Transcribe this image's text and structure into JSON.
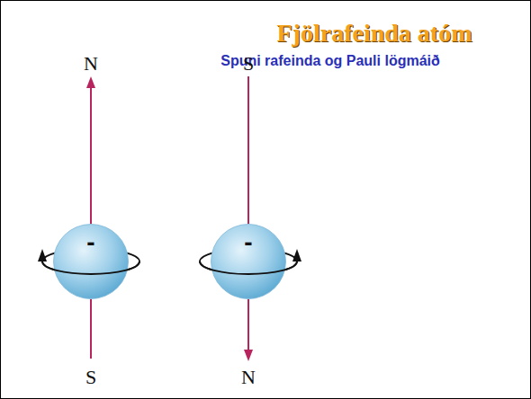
{
  "diagram": {
    "title": "Fjölrafeinda atóm",
    "nodes": [
      {
        "text": [
          "-"
        ]
      },
      {
        "text": [
          "-"
        ]
      }
    ],
    "labels": [
      "Spuni rafeinda og Pauli lögmáið",
      "N",
      "S",
      "S",
      "N"
    ]
  }
}
